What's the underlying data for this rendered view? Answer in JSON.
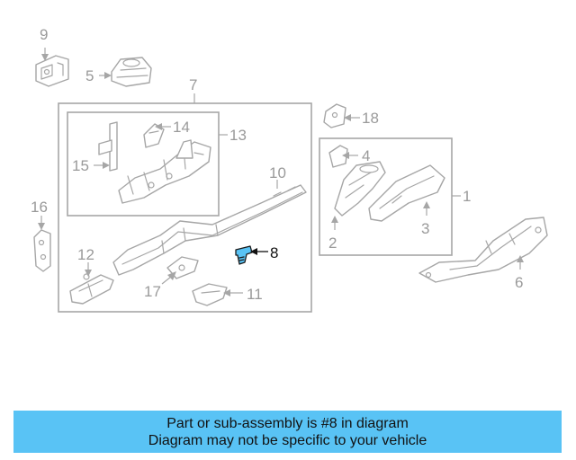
{
  "callouts": {
    "c1": "1",
    "c2": "2",
    "c3": "3",
    "c4": "4",
    "c5": "5",
    "c6": "6",
    "c7": "7",
    "c8": "8",
    "c9": "9",
    "c10": "10",
    "c11": "11",
    "c12": "12",
    "c13": "13",
    "c14": "14",
    "c15": "15",
    "c16": "16",
    "c17": "17",
    "c18": "18"
  },
  "highlight": {
    "part_number": "8",
    "color": "#59c3f5"
  },
  "banner": {
    "line1": "Part or sub-assembly is #8 in diagram",
    "line2": "Diagram may not be specific to your vehicle",
    "color": "#59c3f5"
  }
}
